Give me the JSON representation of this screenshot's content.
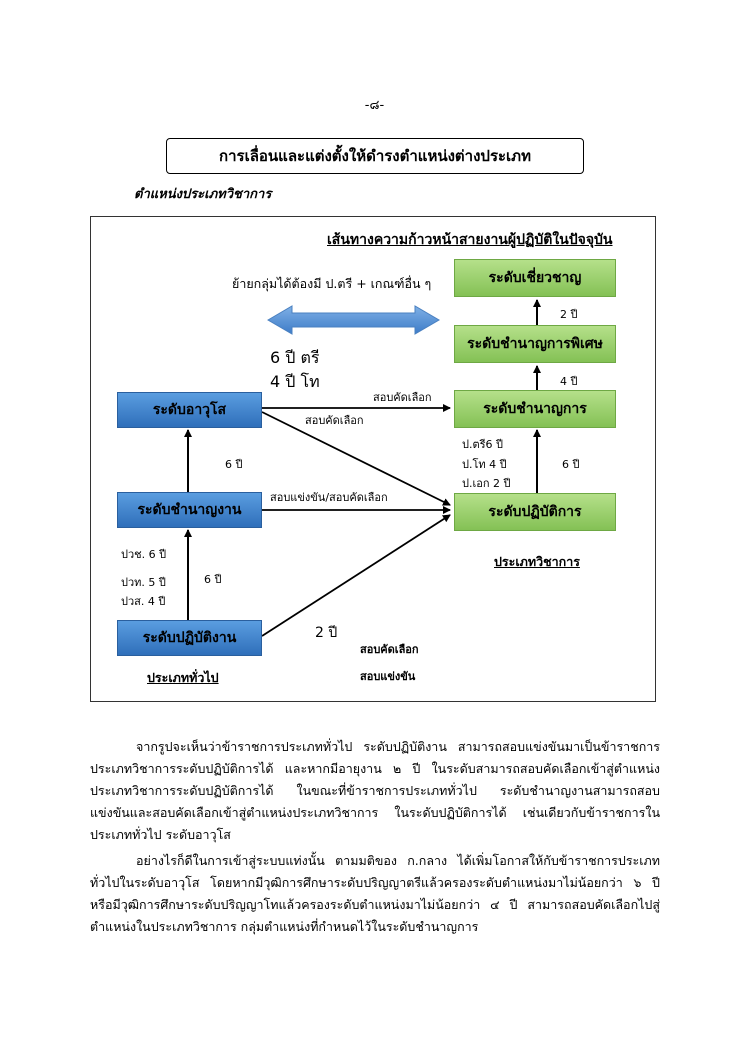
{
  "page_number": "-๘-",
  "title": "การเลื่อนและแต่งตั้งให้ดำรงตำแหน่งต่างประเภท",
  "section_heading": "ตำแหน่งประเภทวิชาการ",
  "diagram": {
    "title": "เส้นทางความก้าวหน้าสายงานผู้ปฏิบัติในปัจจุบัน",
    "move_note": "ย้ายกลุ่มได้ต้องมี ป.ตรี + เกณฑ์อื่น ๆ",
    "boxes": {
      "expert": "ระดับเชี่ยวชาญ",
      "senior_professional": "ระดับชำนาญการพิเศษ",
      "professional": "ระดับชำนาญการ",
      "practitioner_academic": "ระดับปฏิบัติการ",
      "senior": "ระดับอาวุโส",
      "experienced": "ระดับชำนาญงาน",
      "operational": "ระดับปฏิบัติงาน"
    },
    "labels": {
      "years_2_top": "2 ปี",
      "years_4": "4 ปี",
      "years_6_right": "6 ปี",
      "degree_bachelor": "ป.ตรี6 ปี",
      "degree_master": "ป.โท 4 ปี",
      "degree_phd": "ป.เอก 2 ปี",
      "six_bachelor": "6 ปี ตรี",
      "four_master": "4 ปี โท",
      "select_exam_1": "สอบคัดเลือก",
      "select_exam_2": "สอบคัดเลือก",
      "compete_select": "สอบแข่งขัน/สอบคัดเลือก",
      "years_6_left": "6 ปี",
      "years_6_mid": "6 ปี",
      "pvch": "ปวช. 6 ปี",
      "pvt": "ปวท. 5 ปี",
      "pvs": "ปวส. 4 ปี",
      "years_2_bottom": "2 ปี",
      "select_exam_bottom": "สอบคัดเลือก",
      "compete_exam_bottom": "สอบแข่งขัน",
      "general_type": "ประเภททั่วไป",
      "academic_type": "ประเภทวิชาการ"
    }
  },
  "paragraphs": [
    "จากรูปจะเห็นว่าข้าราชการประเภททั่วไป ระดับปฏิบัติงาน สามารถสอบแข่งขันมาเป็นข้าราชการประเภทวิชาการระดับปฏิบัติการได้ และหากมีอายุงาน ๒ ปี  ในระดับสามารถสอบคัดเลือกเข้าสู่ตำแหน่งประเภทวิชาการระดับปฏิบัติการได้ ในขณะที่ข้าราชการประเภททั่วไป ระดับชำนาญงานสามารถสอบแข่งขันและสอบคัดเลือกเข้าสู่ตำแหน่งประเภทวิชาการ ในระดับปฏิบัติการได้ เช่นเดียวกับข้าราชการในประเภททั่วไป ระดับอาวุโส",
    "อย่างไรก็ดีในการเข้าสู่ระบบแท่งนั้น  ตามมติของ ก.กลาง ได้เพิ่มโอกาสให้กับข้าราชการประเภททั่วไปในระดับอาวุโส  โดยหากมีวุฒิการศึกษาระดับปริญญาตรีแล้วครองระดับตำแหน่งมาไม่น้อยกว่า ๖ ปี  หรือมีวุฒิการศึกษาระดับปริญญาโทแล้วครองระดับตำแหน่งมาไม่น้อยกว่า ๔ ปี สามารถสอบคัดเลือกไปสู่ตำแหน่งในประเภทวิชาการ กลุ่มตำแหน่งที่กำหนดไว้ในระดับชำนาญการ"
  ]
}
